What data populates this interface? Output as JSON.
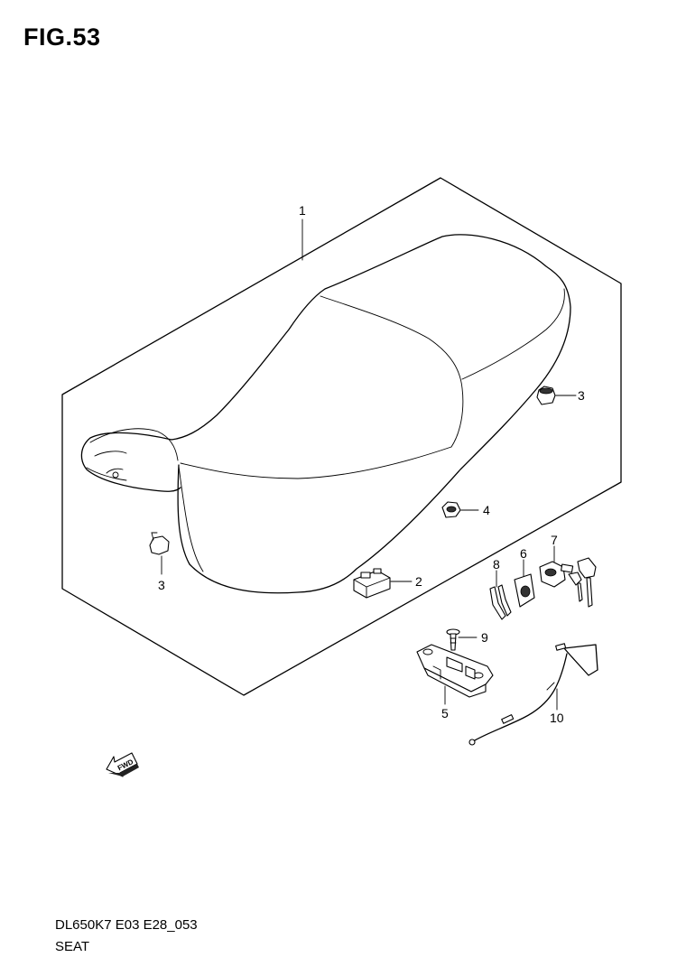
{
  "figure": {
    "title": "FIG.53",
    "model_code": "DL650K7 E03 E28_053",
    "section_name": "SEAT"
  },
  "callouts": {
    "c1": "1",
    "c2": "2",
    "c3a": "3",
    "c3b": "3",
    "c4": "4",
    "c5": "5",
    "c6": "6",
    "c7": "7",
    "c8": "8",
    "c9": "9",
    "c10": "10"
  },
  "direction_marker": {
    "text": "FWD",
    "icon": "forward-arrow-icon"
  }
}
